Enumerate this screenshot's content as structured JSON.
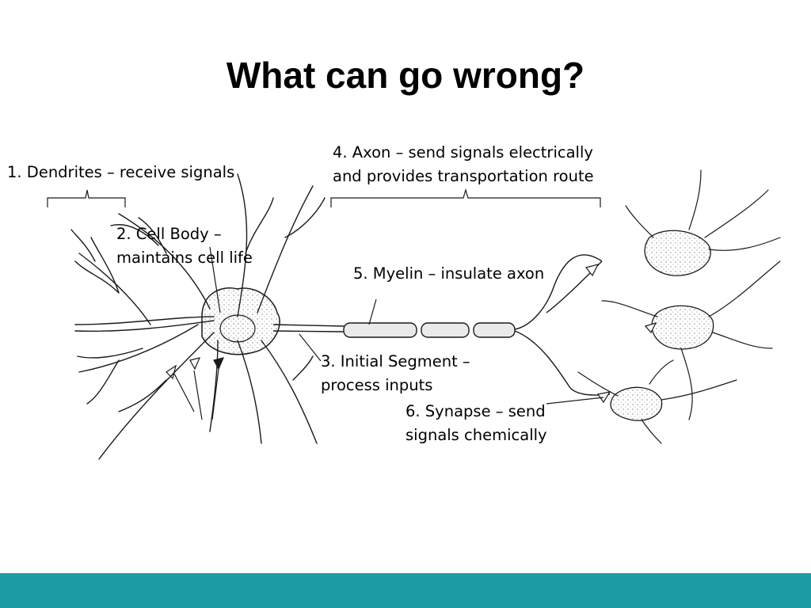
{
  "slide": {
    "title": "What can go wrong?",
    "footer_color": "#1b9da3"
  },
  "labels": {
    "dendrites": "1. Dendrites – receive signals",
    "cell_body_1": "2. Cell Body –",
    "cell_body_2": "maintains cell life",
    "initial_segment_1": "3. Initial Segment –",
    "initial_segment_2": "process inputs",
    "axon_1": "4. Axon – send signals electrically",
    "axon_2": "and provides transportation route",
    "myelin": "5. Myelin – insulate axon",
    "synapse_1": "6. Synapse – send",
    "synapse_2": "signals chemically"
  },
  "diagram": {
    "subject": "neuron-illustration",
    "line_color": "#1a1a1a"
  }
}
